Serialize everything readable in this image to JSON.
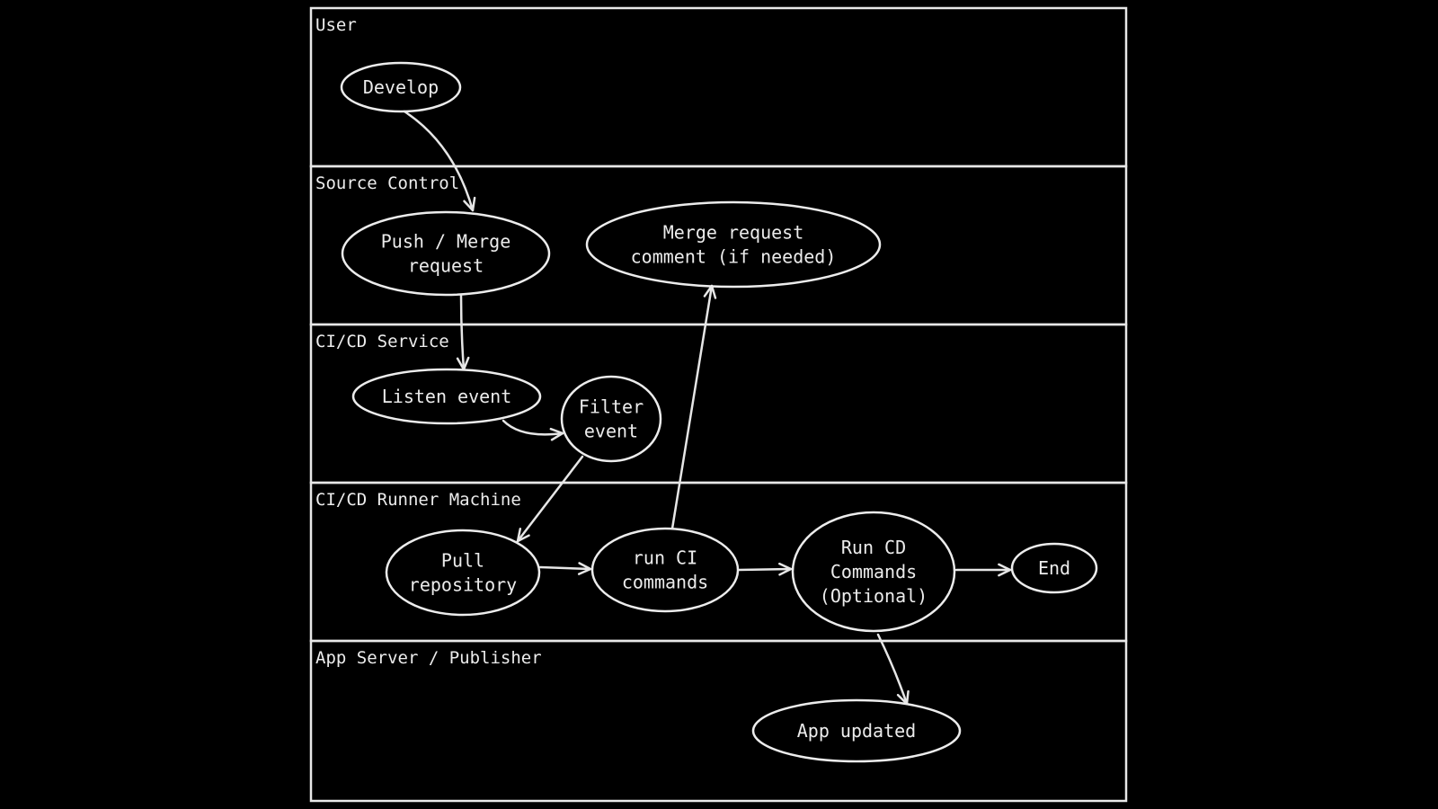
{
  "colors": {
    "background": "#000000",
    "stroke": "#e8e8e8",
    "text": "#ececec"
  },
  "lanes": [
    {
      "id": "user",
      "label": "User"
    },
    {
      "id": "source",
      "label": "Source Control"
    },
    {
      "id": "cicd",
      "label": "CI/CD Service"
    },
    {
      "id": "runner",
      "label": "CI/CD Runner Machine"
    },
    {
      "id": "app",
      "label": "App Server / Publisher"
    }
  ],
  "nodes": {
    "develop": {
      "lines": [
        "Develop"
      ]
    },
    "push": {
      "lines": [
        "Push / Merge",
        "request"
      ]
    },
    "comment": {
      "lines": [
        "Merge request",
        "comment (if needed)"
      ]
    },
    "listen": {
      "lines": [
        "Listen event"
      ]
    },
    "filter": {
      "lines": [
        "Filter",
        "event"
      ]
    },
    "pull": {
      "lines": [
        "Pull",
        "repository"
      ]
    },
    "runci": {
      "lines": [
        "run CI",
        "commands"
      ]
    },
    "runcd": {
      "lines": [
        "Run CD",
        "Commands",
        "(Optional)"
      ]
    },
    "end": {
      "lines": [
        "End"
      ]
    },
    "appupdated": {
      "lines": [
        "App updated"
      ]
    }
  },
  "edges": [
    {
      "from": "develop",
      "to": "push"
    },
    {
      "from": "push",
      "to": "listen"
    },
    {
      "from": "listen",
      "to": "filter"
    },
    {
      "from": "filter",
      "to": "pull"
    },
    {
      "from": "pull",
      "to": "runci"
    },
    {
      "from": "runci",
      "to": "comment"
    },
    {
      "from": "runci",
      "to": "runcd"
    },
    {
      "from": "runcd",
      "to": "end"
    },
    {
      "from": "runcd",
      "to": "appupdated"
    }
  ]
}
